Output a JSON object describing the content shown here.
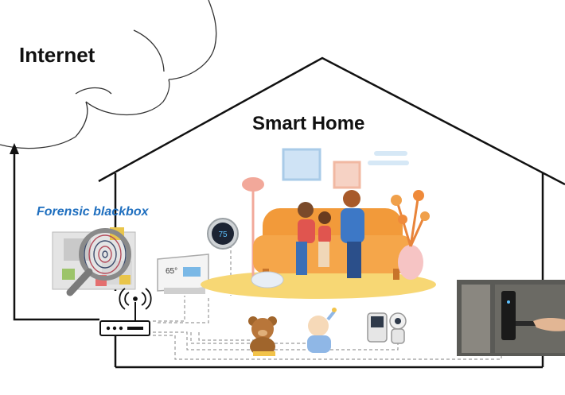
{
  "labels": {
    "internet": "Internet",
    "smart_home": "Smart Home",
    "forensic_blackbox": "Forensic blackbox"
  },
  "devices": {
    "thermostat_reading": "75",
    "hub_display_reading": "65°"
  },
  "icons": [
    "cloud-icon",
    "house-outline-icon",
    "router-icon",
    "fingerprint-icon",
    "magnifier-icon",
    "thermostat-icon",
    "smart-display-icon",
    "teddy-bear-icon",
    "baby-toy-icon",
    "baby-monitor-icon",
    "door-lock-icon",
    "family-sofa-illustration"
  ],
  "colors": {
    "forensic_blue": "#1f6fbf",
    "sofa_orange": "#f29a3a",
    "line_black": "#111111",
    "dashed_gray": "#9a9a9a"
  }
}
